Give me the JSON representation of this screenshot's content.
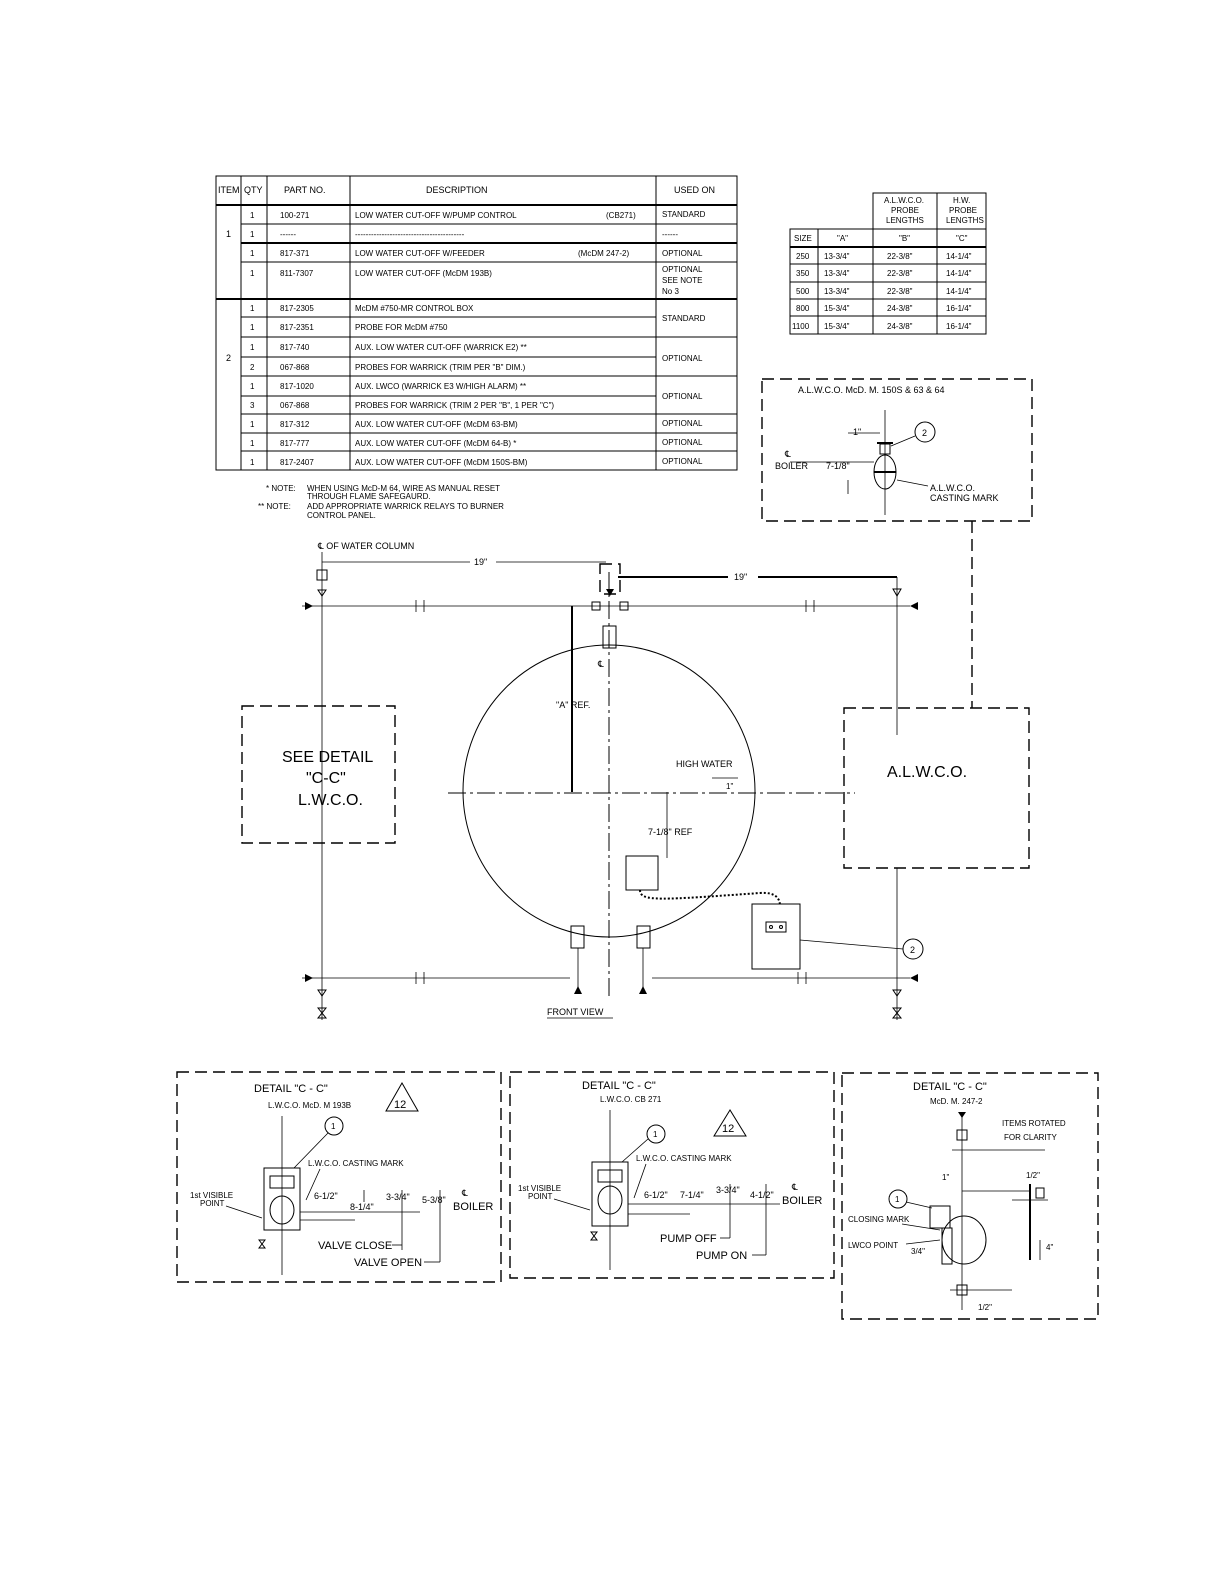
{
  "parts_table": {
    "headers": {
      "item": "ITEM",
      "qty": "QTY",
      "part_no": "PART NO.",
      "description": "DESCRIPTION",
      "used_on": "USED ON"
    },
    "rows": [
      {
        "item": "1",
        "qty": "1",
        "part": "100-271",
        "desc": "LOW WATER CUT-OFF W/PUMP CONTROL",
        "desc_right": "(CB271)",
        "used": "STANDARD"
      },
      {
        "item": "",
        "qty": "1",
        "part": "------",
        "desc": "-----------------------------------------",
        "desc_right": "",
        "used": "------"
      },
      {
        "item": "",
        "qty": "1",
        "part": "817-371",
        "desc": "LOW WATER CUT-OFF   W/FEEDER",
        "desc_right": "(McDM 247-2)",
        "used": "OPTIONAL"
      },
      {
        "item": "",
        "qty": "1",
        "part": "811-7307",
        "desc": "LOW WATER CUT-OFF (McDM 193B)",
        "desc_right": "",
        "used": "OPTIONAL",
        "used2": "SEE NOTE",
        "used3": "No 3"
      },
      {
        "item": "2",
        "qty": "1",
        "part": "817-2305",
        "desc": "McDM #750-MR CONTROL BOX",
        "desc_right": "",
        "used": "STANDARD"
      },
      {
        "item": "",
        "qty": "1",
        "part": "817-2351",
        "desc": "PROBE FOR McDM #750",
        "desc_right": "",
        "used": ""
      },
      {
        "item": "",
        "qty": "1",
        "part": "817-740",
        "desc": "AUX. LOW WATER CUT-OFF   (WARRICK E2) **",
        "desc_right": "",
        "used": "OPTIONAL"
      },
      {
        "item": "",
        "qty": "2",
        "part": "067-868",
        "desc": "PROBES FOR WARRICK (TRIM PER \"B\" DIM.)",
        "desc_right": "",
        "used": ""
      },
      {
        "item": "",
        "qty": "1",
        "part": "817-1020",
        "desc": "AUX. LWCO   (WARRICK E3 W/HIGH ALARM) **",
        "desc_right": "",
        "used": "OPTIONAL"
      },
      {
        "item": "",
        "qty": "3",
        "part": "067-868",
        "desc": "PROBES FOR WARRICK (TRIM 2 PER \"B\", 1 PER \"C\")",
        "desc_right": "",
        "used": ""
      },
      {
        "item": "",
        "qty": "1",
        "part": "817-312",
        "desc": "AUX. LOW WATER CUT-OFF   (McDM 63-BM)",
        "desc_right": "",
        "used": "OPTIONAL"
      },
      {
        "item": "",
        "qty": "1",
        "part": "817-777",
        "desc": "AUX. LOW WATER CUT-OFF   (McDM 64-B) *",
        "desc_right": "",
        "used": "OPTIONAL"
      },
      {
        "item": "",
        "qty": "1",
        "part": "817-2407",
        "desc": "AUX. LOW WATER CUT-OFF   (McDM 150S-BM)",
        "desc_right": "",
        "used": "OPTIONAL"
      }
    ],
    "notes": [
      {
        "mark": "* NOTE:",
        "text1": "WHEN USING McD-M 64, WIRE AS MANUAL RESET",
        "text2": "THROUGH FLAME SAFEGAURD."
      },
      {
        "mark": "** NOTE:",
        "text1": "ADD APPROPRIATE WARRICK RELAYS TO BURNER",
        "text2": "CONTROL PANEL."
      }
    ]
  },
  "probe_table": {
    "head_b1": "A.L.W.C.O.",
    "head_b2": "PROBE",
    "head_b3": "LENGTHS",
    "head_c1": "H.W.",
    "head_c2": "PROBE",
    "head_c3": "LENGTHS",
    "cols": [
      "SIZE",
      "\"A\"",
      "\"B\"",
      "\"C\""
    ],
    "rows": [
      [
        "250",
        "13-3/4\"",
        "22-3/8\"",
        "14-1/4\""
      ],
      [
        "350",
        "13-3/4\"",
        "22-3/8\"",
        "14-1/4\""
      ],
      [
        "500",
        "13-3/4\"",
        "22-3/8\"",
        "14-1/4\""
      ],
      [
        "800",
        "15-3/4\"",
        "24-3/8\"",
        "16-1/4\""
      ],
      [
        "1100",
        "15-3/4\"",
        "24-3/8\"",
        "16-1/4\""
      ]
    ]
  },
  "alwco_detail": {
    "title": "A.L.W.C.O.  McD. M. 150S & 63 & 64",
    "dim_1": "1\"",
    "cl": "℄",
    "boiler": "BOILER",
    "dim_7": "7-1/8\"",
    "mark1": "A.L.W.C.O.",
    "mark2": "CASTING MARK",
    "balloon": "2"
  },
  "front_view": {
    "cl_water": "℄ OF WATER COLUMN",
    "dim_left": "19\"",
    "dim_right": "19\"",
    "see_detail_1": "SEE DETAIL",
    "see_detail_2": "\"C-C\"",
    "see_detail_3": "L.W.C.O.",
    "alwco_box": "A.L.W.C.O.",
    "a_ref": "\"A\" REF.",
    "high_water": "HIGH WATER",
    "dim_1": "1\"",
    "ref_718": "7-1/8\" REF",
    "cl": "℄",
    "balloon": "2",
    "caption": "FRONT VIEW"
  },
  "details": [
    {
      "title": "DETAIL  \"C - C\"",
      "sub": "L.W.C.O. McD. M 193B",
      "tri": "12",
      "balloon": "1",
      "casting": "L.W.C.O. CASTING MARK",
      "first_visible_1": "1st VISIBLE",
      "first_visible_2": "POINT",
      "d1": "6-1/2\"",
      "d2": "8-1/4\"",
      "d3": "3-3/4\"",
      "d4": "5-3/8\"",
      "cl": "℄",
      "boiler": "BOILER",
      "lbl_a": "VALVE CLOSE",
      "lbl_b": "VALVE OPEN"
    },
    {
      "title": "DETAIL  \"C - C\"",
      "sub": "L.W.C.O. CB 271",
      "tri": "12",
      "balloon": "1",
      "casting": "L.W.C.O. CASTING MARK",
      "first_visible_1": "1st VISIBLE",
      "first_visible_2": "POINT",
      "d1": "6-1/2\"",
      "d2": "7-1/4\"",
      "d3": "3-3/4\"",
      "d4": "4-1/2\"",
      "cl": "℄",
      "boiler": "BOILER",
      "lbl_a": "PUMP OFF",
      "lbl_b": "PUMP ON"
    },
    {
      "title": "DETAIL  \"C - C\"",
      "sub": "McD. M. 247-2",
      "balloon": "1",
      "rotated_1": "ITEMS ROTATED",
      "rotated_2": "FOR CLARITY",
      "d_1in": "1\"",
      "d_half_top": "1/2\"",
      "closing": "CLOSING MARK",
      "lwco_point": "LWCO POINT",
      "d_34": "3/4\"",
      "d_4": "4\"",
      "d_half_bot": "1/2\""
    }
  ]
}
